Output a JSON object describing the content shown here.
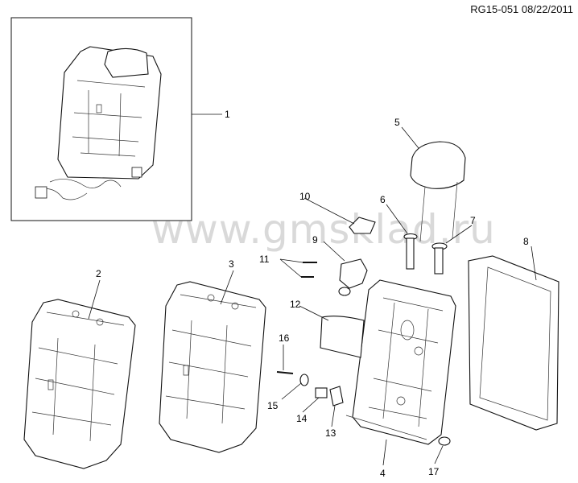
{
  "header": {
    "ref": "RG15-051 08/22/2011"
  },
  "watermark": {
    "text": "www.gmsklad.ru"
  },
  "callouts": {
    "c1": "1",
    "c2": "2",
    "c3": "3",
    "c4": "4",
    "c5": "5",
    "c6": "6",
    "c7": "7",
    "c8": "8",
    "c9": "9",
    "c10": "10",
    "c11": "11",
    "c12": "12",
    "c13": "13",
    "c14": "14",
    "c15": "15",
    "c16": "16",
    "c17": "17"
  }
}
